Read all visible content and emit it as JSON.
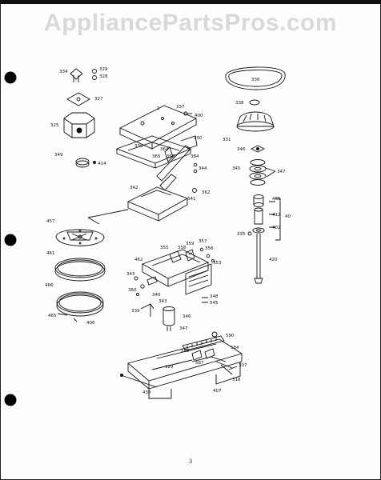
{
  "watermark": "AppliancePartsPros.com",
  "page_number": "3",
  "labels": {
    "p334": "334",
    "p329": "329",
    "p328": "328",
    "p327": "327",
    "p325": "325",
    "p349": "349",
    "p414": "414",
    "p1": "1",
    "p337": "337",
    "p400": "400",
    "p330": "330",
    "p364": "364",
    "p365": "365",
    "p366": "366",
    "p350": "350",
    "p384": "384",
    "p344": "344",
    "p362": "362",
    "p341": "341",
    "p342": "342",
    "p336": "336",
    "p338": "338",
    "p331": "331",
    "p346": "346",
    "p345": "345",
    "p347": "347",
    "p401": "401",
    "p412": "412",
    "p402": "402",
    "p420": "420",
    "p335": "335",
    "p40": "40",
    "p457": "457",
    "p461": "461",
    "p466": "466",
    "p465": "465",
    "p406": "406",
    "p462": "462",
    "p355": "355",
    "p358": "358",
    "p359": "359",
    "p357": "357",
    "p356": "356",
    "p353": "353",
    "p343": "343",
    "p360": "360",
    "p339": "339",
    "p348": "348",
    "p340": "340",
    "p343b": "343",
    "p545": "545",
    "p346b": "346",
    "p347b": "347",
    "p590": "590",
    "p584": "584",
    "p585": "585",
    "p329b": "329",
    "p587": "587",
    "p307": "307",
    "p318": "318",
    "p438": "438",
    "p407": "407"
  }
}
